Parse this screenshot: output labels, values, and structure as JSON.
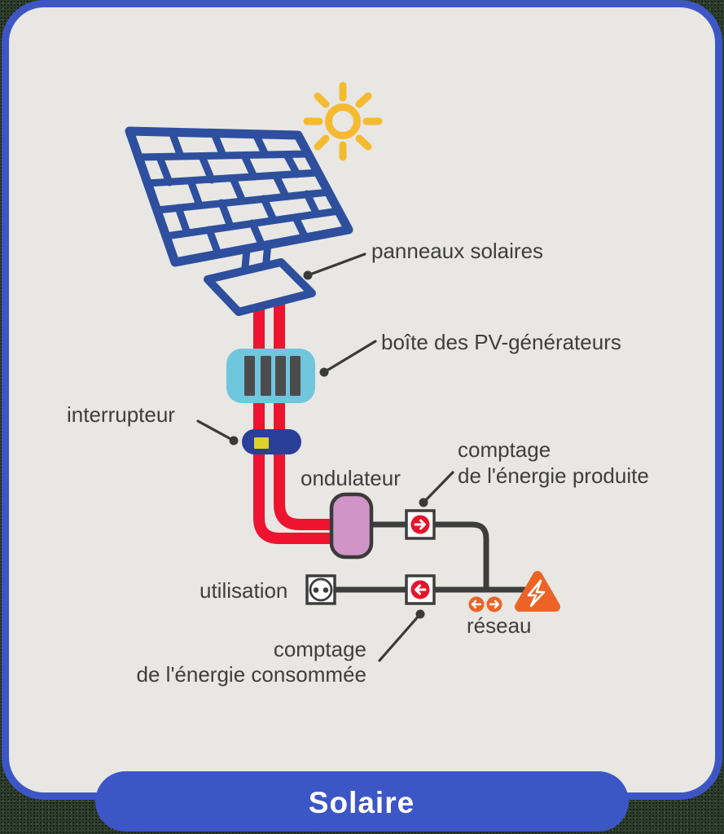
{
  "banner": {
    "title": "Solaire"
  },
  "labels": {
    "solar_panels": "panneaux solaires",
    "pv_generator_box": "boîte des PV-générateurs",
    "switch": "interrupteur",
    "inverter": "ondulateur",
    "produced_metering_line1": "comptage",
    "produced_metering_line2": "de l'énergie produite",
    "usage": "utilisation",
    "consumed_metering_line1": "comptage",
    "consumed_metering_line2": "de l'énergie consommée",
    "grid": "réseau"
  },
  "colors": {
    "card_border": "#3D56C6",
    "card_background": "#E8E7E4",
    "banner_background": "#3D56C6",
    "banner_text": "#FFFFFF",
    "panel_blue": "#2E4F9E",
    "sun_yellow": "#F6BA30",
    "cable_red": "#EE1430",
    "pv_box_cyan": "#70C6DD",
    "pv_box_bars": "#4C4C4C",
    "switch_navy": "#2A3F97",
    "switch_indicator_yellow": "#E0D229",
    "inverter_pink": "#D194C6",
    "wire_dark": "#3D3D3D",
    "meter_red": "#E8132B",
    "grid_orange": "#EC6325",
    "label_text": "#3E3E3E"
  }
}
